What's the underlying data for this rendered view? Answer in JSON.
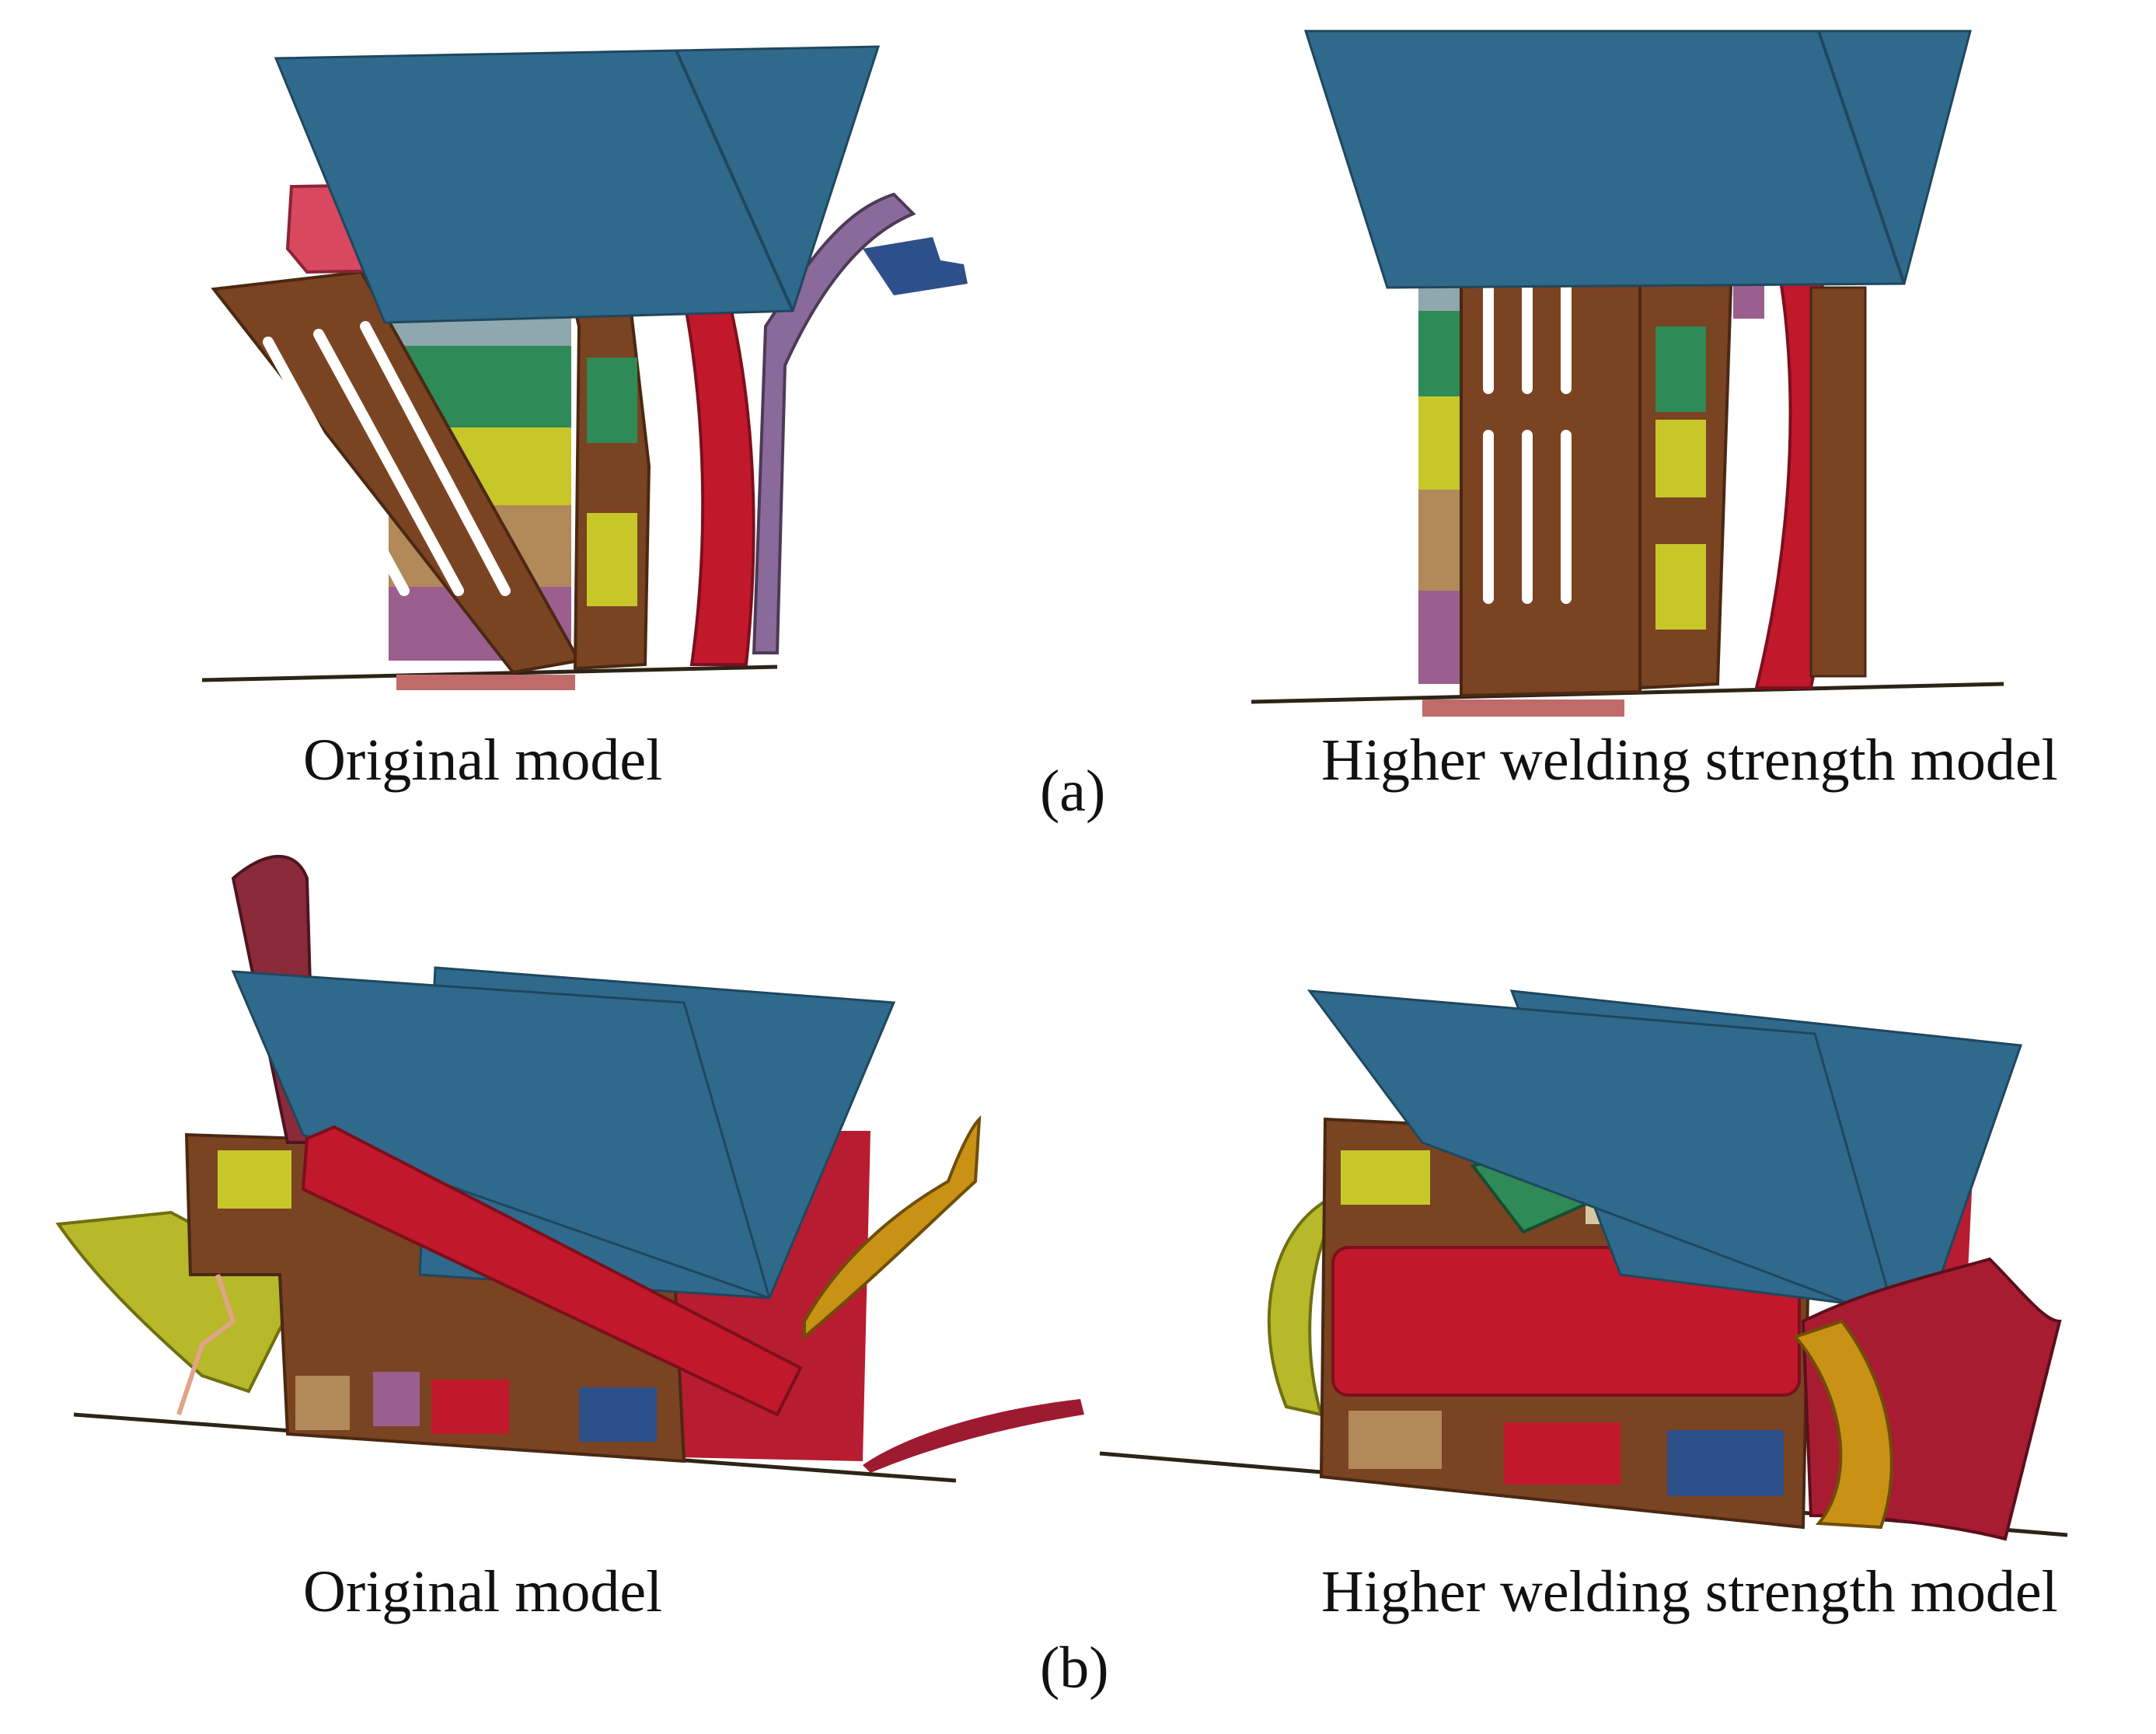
{
  "figure": {
    "panels": [
      {
        "id": "a",
        "tag": "(a)",
        "left_caption": "Original model",
        "right_caption": "Higher welding strength model"
      },
      {
        "id": "b",
        "tag": "(b)",
        "left_caption": "Original model",
        "right_caption": "Higher welding strength model"
      }
    ]
  },
  "colors": {
    "impactor_blue": "#2f6a8c",
    "frame_brown": "#7a4322",
    "beam_red": "#c2182c",
    "pink_block": "#d8485f",
    "slate_gray": "#8fa7ae",
    "cell_green": "#2e8a57",
    "cell_olive": "#c7c72a",
    "cell_tan": "#b28958",
    "cell_mauve": "#9a5f8e",
    "light_blue": "#5aaed8",
    "purple_arm": "#8a6a9a",
    "mustard": "#c99214",
    "dark_red": "#9e1a30",
    "ground_line": "#2c2416"
  }
}
